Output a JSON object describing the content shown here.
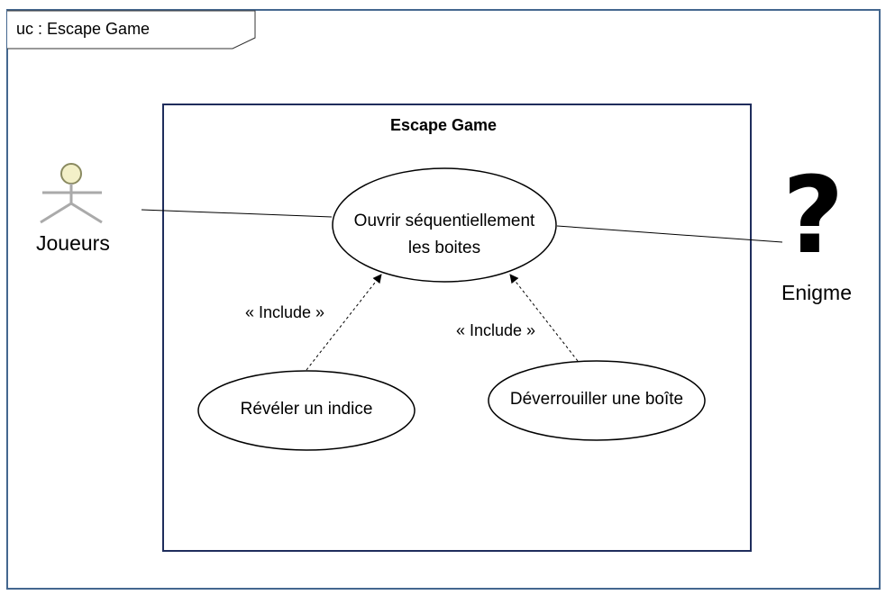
{
  "frame": {
    "title": "uc : Escape Game"
  },
  "system": {
    "title": "Escape Game"
  },
  "use_cases": {
    "main": {
      "line1": "Ouvrir séquentiellement",
      "line2": "les boites"
    },
    "reveal": {
      "label": "Révéler un indice"
    },
    "unlock": {
      "label": "Déverrouiller une boîte"
    }
  },
  "relations": {
    "include_left": "« Include »",
    "include_right": "« Include »"
  },
  "actors": {
    "players": {
      "label": "Joueurs",
      "icon": "stick-figure-icon"
    },
    "puzzle": {
      "label": "Enigme",
      "symbol": "?",
      "icon": "question-mark-icon"
    }
  },
  "colors": {
    "frame": "#44678f",
    "system": "#1f2d5c",
    "actor_head": "#f3f0c8"
  }
}
